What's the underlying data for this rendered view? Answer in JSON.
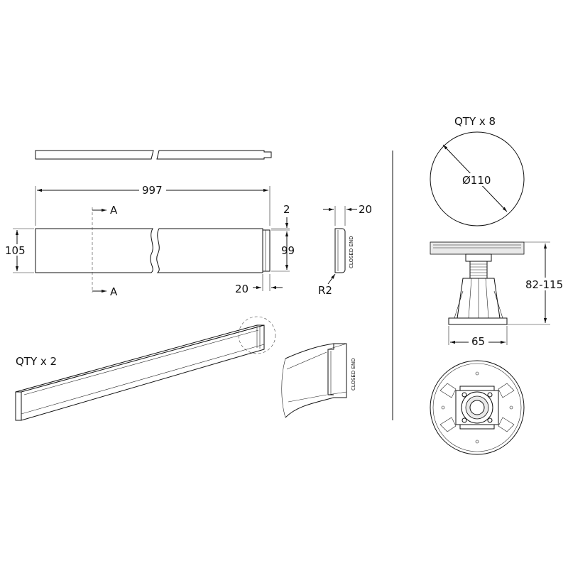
{
  "panel": {
    "length_label": "997",
    "height_label": "105",
    "inner_height_label": "99",
    "lip_label": "2",
    "end_width_label": "20",
    "bottom_width_label": "20",
    "radius_label": "R2",
    "section_label_a": "A",
    "closed_end_label": "CLOSED END",
    "qty_label": "QTY x 2"
  },
  "leg": {
    "qty_label": "QTY x 8",
    "diameter_label": "Ø110",
    "height_range_label": "82-115",
    "base_width_label": "65"
  }
}
